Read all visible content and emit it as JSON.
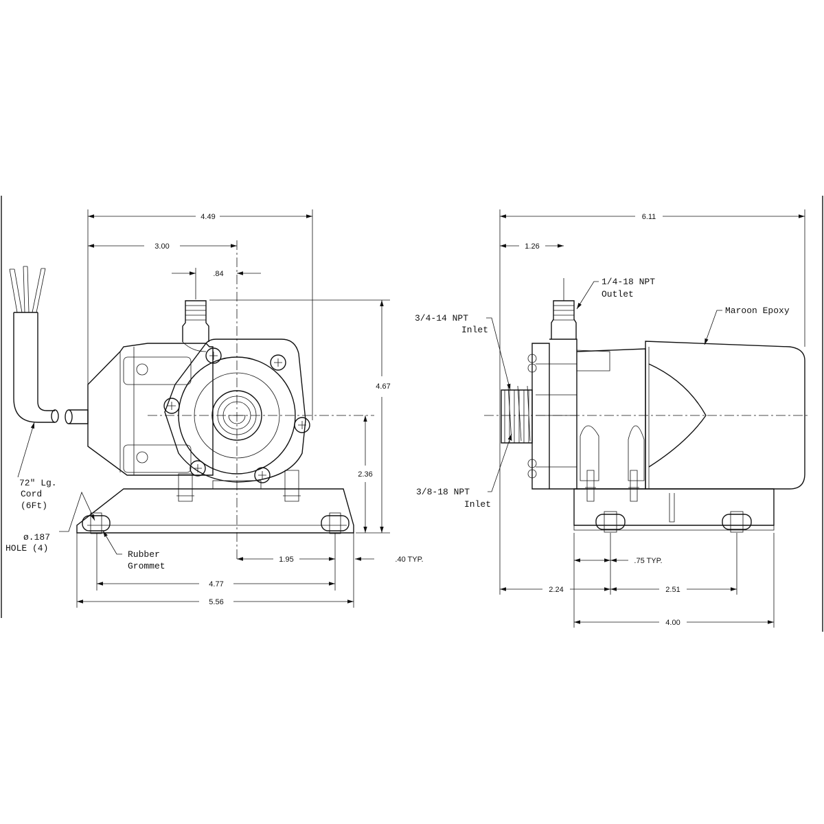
{
  "front_view": {
    "dimensions": {
      "overall_width": "4.49",
      "outlet_offset": "3.00",
      "outlet_to_center": ".84",
      "overall_height": "4.67",
      "center_height": "2.36",
      "mount_offset": "1.95",
      "grommet_offset": ".40 TYP.",
      "hole_spacing": "4.77",
      "base_width": "5.56"
    },
    "labels": {
      "cord_line1": "72\" Lg.",
      "cord_line2": "Cord",
      "cord_line3": "(6Ft)",
      "hole_line1": "ø.187",
      "hole_line2": "HOLE (4)",
      "grommet_line1": "Rubber",
      "grommet_line2": "Grommet"
    }
  },
  "side_view": {
    "dimensions": {
      "overall_length": "6.11",
      "inlet_to_outlet": "1.26",
      "grommet_offset": ".75 TYP.",
      "front_to_hole": "2.24",
      "hole_spacing": "2.51",
      "base_length": "4.00"
    },
    "labels": {
      "outlet_line1": "1/4-18 NPT",
      "outlet_line2": "Outlet",
      "inlet_line1": "3/4-14 NPT",
      "inlet_line2": "Inlet",
      "epoxy": "Maroon Epoxy",
      "inlet2_line1": "3/8-18 NPT",
      "inlet2_line2": "Inlet"
    }
  }
}
